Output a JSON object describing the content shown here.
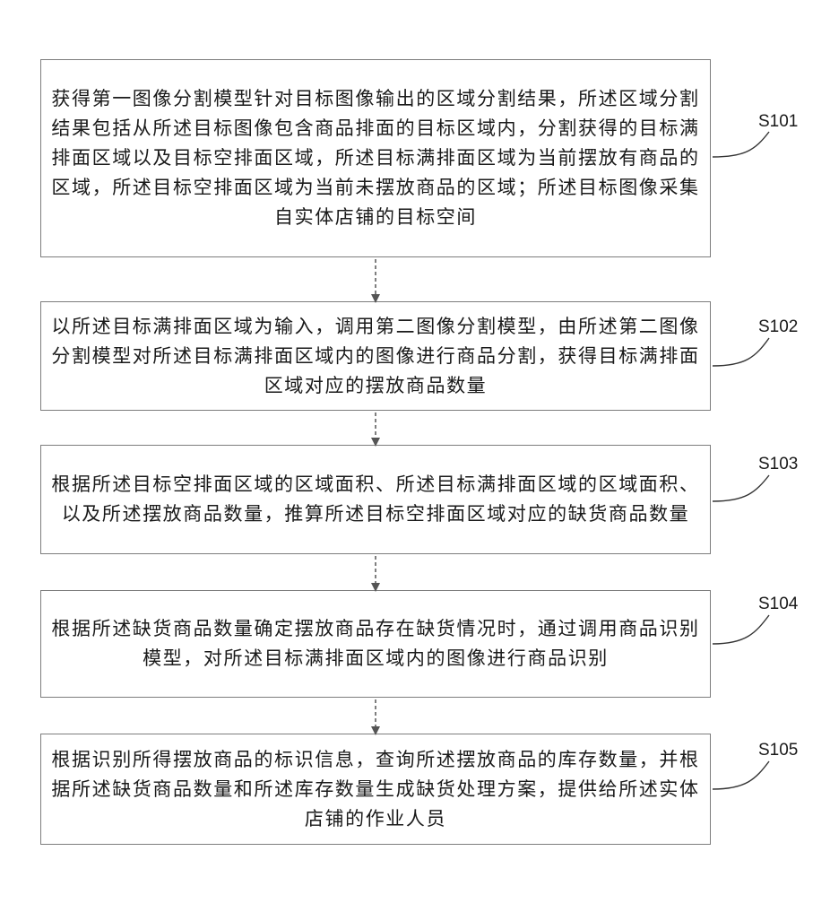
{
  "steps": [
    {
      "id": "S101",
      "text": "获得第一图像分割模型针对目标图像输出的区域分割结果，所述区域分割结果包括从所述目标图像包含商品排面的目标区域内，分割获得的目标满排面区域以及目标空排面区域，所述目标满排面区域为当前摆放有商品的区域，所述目标空排面区域为当前未摆放商品的区域；所述目标图像采集自实体店铺的目标空间"
    },
    {
      "id": "S102",
      "text": "以所述目标满排面区域为输入，调用第二图像分割模型，由所述第二图像分割模型对所述目标满排面区域内的图像进行商品分割，获得目标满排面区域对应的摆放商品数量"
    },
    {
      "id": "S103",
      "text": "根据所述目标空排面区域的区域面积、所述目标满排面区域的区域面积、以及所述摆放商品数量，推算所述目标空排面区域对应的缺货商品数量"
    },
    {
      "id": "S104",
      "text": "根据所述缺货商品数量确定摆放商品存在缺货情况时，通过调用商品识别模型，对所述目标满排面区域内的图像进行商品识别"
    },
    {
      "id": "S105",
      "text": "根据识别所得摆放商品的标识信息，查询所述摆放商品的库存数量，并根据所述缺货商品数量和所述库存数量生成缺货处理方案，提供给所述实体店铺的作业人员"
    }
  ],
  "colors": {
    "border": "#7d7d7d",
    "line": "#555555",
    "text": "#1a1a1a"
  }
}
